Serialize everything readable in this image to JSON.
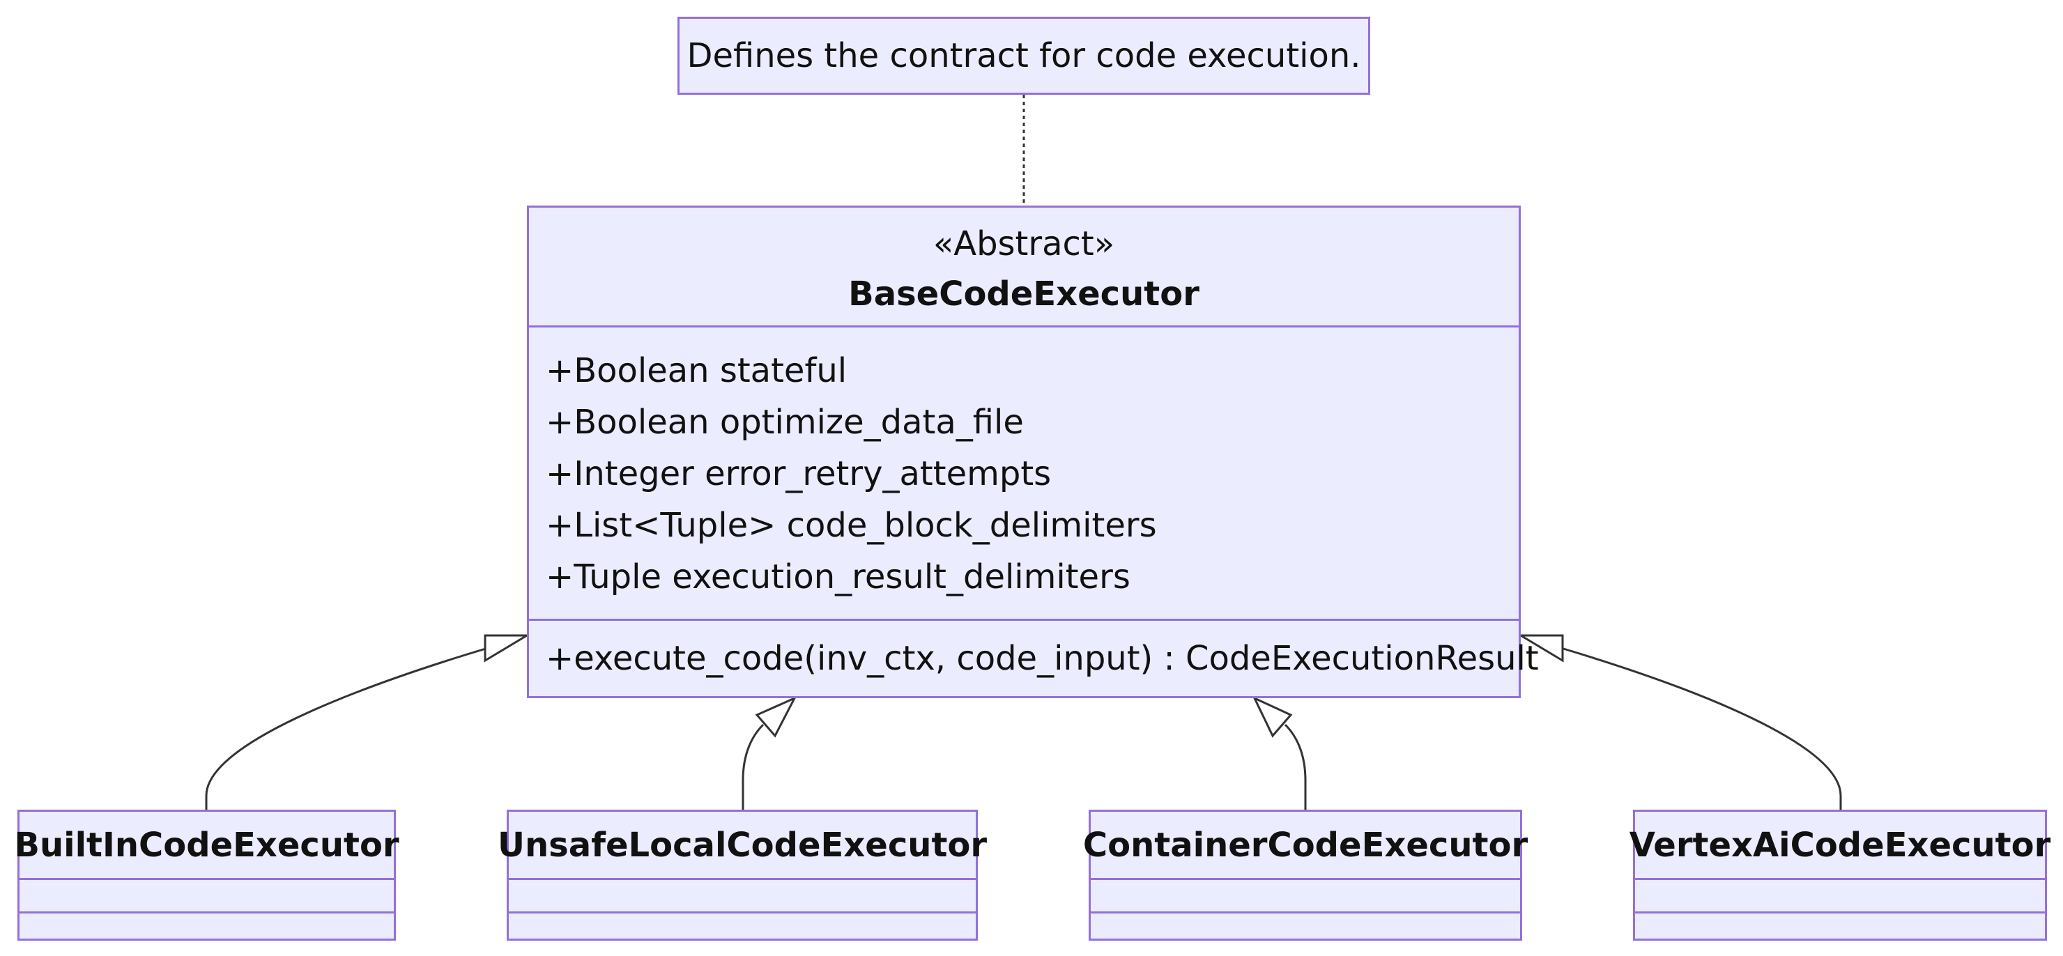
{
  "note": {
    "text": "Defines the contract for code execution."
  },
  "base_class": {
    "stereotype": "«Abstract»",
    "name": "BaseCodeExecutor",
    "attributes": [
      "+Boolean stateful",
      "+Boolean optimize_data_file",
      "+Integer error_retry_attempts",
      "+List<Tuple> code_block_delimiters",
      "+Tuple execution_result_delimiters"
    ],
    "methods": [
      "+execute_code(inv_ctx, code_input) : CodeExecutionResult"
    ]
  },
  "subclasses": [
    {
      "name": "BuiltInCodeExecutor"
    },
    {
      "name": "UnsafeLocalCodeExecutor"
    },
    {
      "name": "ContainerCodeExecutor"
    },
    {
      "name": "VertexAiCodeExecutor"
    }
  ],
  "colors": {
    "box_fill": "#ECECFF",
    "box_border": "#9370DB",
    "line": "#333333",
    "text": "#111111"
  }
}
